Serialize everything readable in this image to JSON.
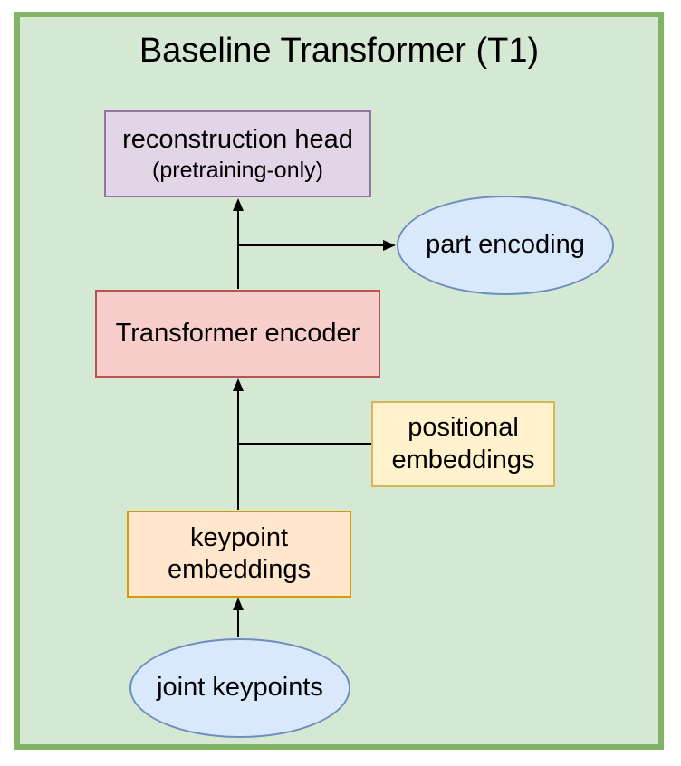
{
  "diagram": {
    "title": "Baseline Transformer (T1)",
    "edge_color": "#000000",
    "container": {
      "fill": "#d5e8d4",
      "stroke": "#82b366"
    },
    "nodes": {
      "reconstruction_head": {
        "label": "reconstruction head",
        "sublabel": "(pretraining-only)",
        "shape": "rect",
        "fill": "#e1d5e7",
        "stroke": "#9673a6"
      },
      "part_encoding": {
        "label": "part encoding",
        "shape": "ellipse",
        "fill": "#dae8fc",
        "stroke": "#6c8ebf"
      },
      "transformer_encoder": {
        "label": "Transformer encoder",
        "shape": "rect",
        "fill": "#f8cecc",
        "stroke": "#b85450"
      },
      "positional_embeddings": {
        "label": "positional embeddings",
        "shape": "rect",
        "fill": "#fff2cc",
        "stroke": "#d6b656"
      },
      "keypoint_embeddings": {
        "label": "keypoint embeddings",
        "shape": "rect",
        "fill": "#ffe6cc",
        "stroke": "#d79b00"
      },
      "joint_keypoints": {
        "label": "joint keypoints",
        "shape": "ellipse",
        "fill": "#dae8fc",
        "stroke": "#6c8ebf"
      }
    },
    "edges": [
      {
        "from": "joint keypoints",
        "to": "keypoint embeddings",
        "arrow": true
      },
      {
        "from": "keypoint embeddings",
        "to": "Transformer encoder",
        "arrow": true
      },
      {
        "from": "positional embeddings",
        "to": "keypoint embeddings → Transformer encoder arrow",
        "arrow": false
      },
      {
        "from": "Transformer encoder",
        "to": "reconstruction head",
        "arrow": true
      },
      {
        "from": "Transformer encoder",
        "to": "part encoding",
        "arrow": true
      }
    ]
  }
}
